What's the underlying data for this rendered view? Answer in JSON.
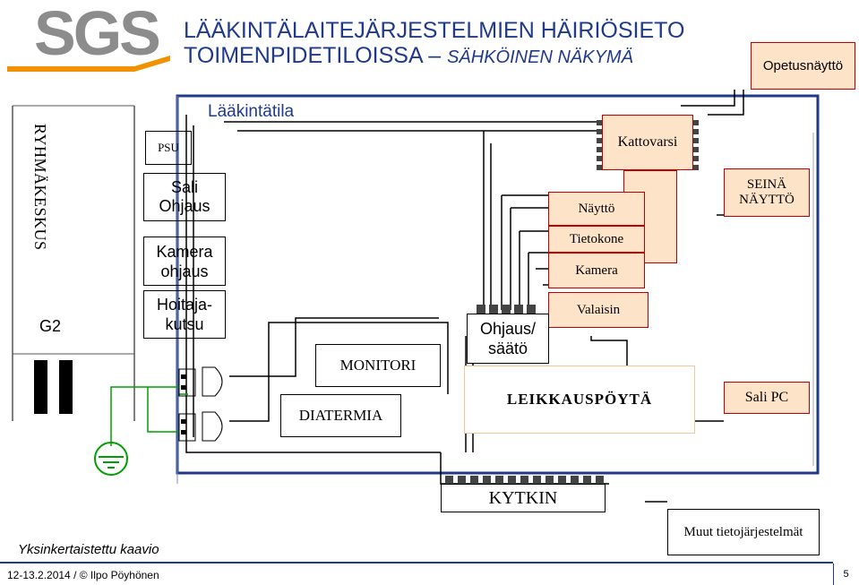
{
  "logo": {
    "text": "SGS"
  },
  "header": {
    "title_line1": "LÄÄKINTÄLAITEJÄRJESTELMIEN HÄIRIÖSIETO",
    "title_line2": "TOIMENPIDETILOISSA",
    "title_dash": "–",
    "subtitle": "SÄHKÖINEN NÄKYMÄ"
  },
  "labels": {
    "opetusnaytto": "Opetusnäyttö",
    "laakintatila": "Lääkintätila",
    "ryhmakeskus": "RYHMÄKESKUS",
    "psu": "PSU",
    "sali_ohjaus_1": "Sali",
    "sali_ohjaus_2": "Ohjaus",
    "kamera_ohjaus_1": "Kamera",
    "kamera_ohjaus_2": "ohjaus",
    "hoitaja_1": "Hoitaja-",
    "hoitaja_2": "kutsu",
    "g2": "G2",
    "kattovarsi": "Kattovarsi",
    "naytto": "Näyttö",
    "tietokone": "Tietokone",
    "kamera": "Kamera",
    "valaisin": "Valaisin",
    "seina_1": "SEINÄ",
    "seina_2": "NÄYTTÖ",
    "ohjaus_1": "Ohjaus/",
    "ohjaus_2": "säätö",
    "monitori": "MONITORI",
    "diatermia": "DIATERMIA",
    "leikkauspoyta": "LEIKKAUSPÖYTÄ",
    "sali_pc": "Sali PC",
    "kytkin": "KYTKIN",
    "muut": "Muut tietojärjestelmät",
    "yksinkertaistettu": "Yksinkertaistettu kaavio"
  },
  "footer": {
    "date_author": "12-13.2.2014 / © Ilpo Pöyhönen",
    "page_number": "5"
  },
  "colors": {
    "logo_gray": "#8c8c8c",
    "logo_orange": "#f29100",
    "title_blue": "#1f3a8a",
    "box_fill": "#fde3c8",
    "box_border": "#c00000",
    "room_border": "#1f3a8a",
    "ground_green": "#00a000"
  }
}
